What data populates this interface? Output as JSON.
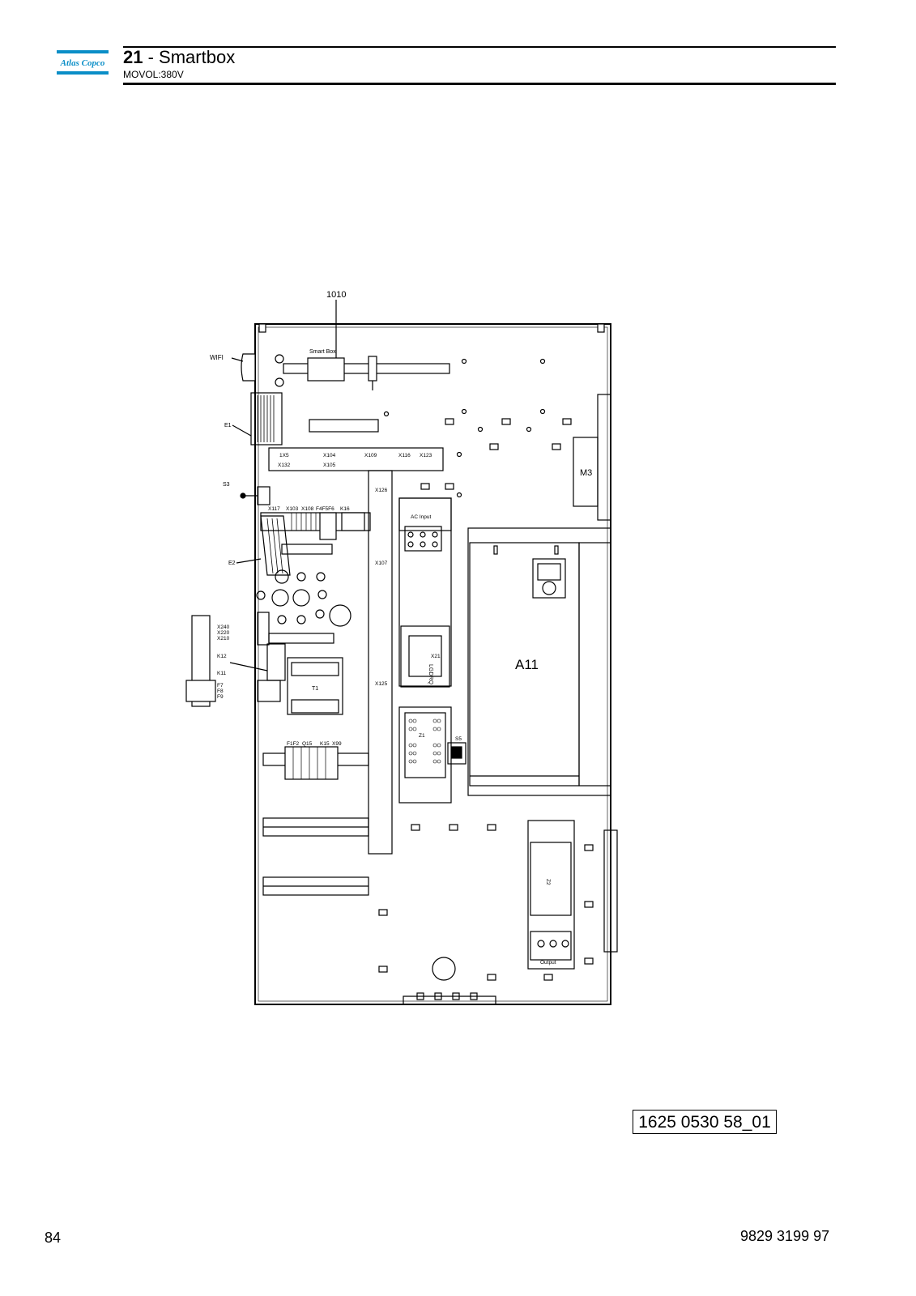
{
  "header": {
    "brand": "Atlas Copco",
    "section_number": "21",
    "section_separator": " - ",
    "section_title": "Smartbox",
    "subtitle": "MOVOL:380V"
  },
  "drawing": {
    "callout": "1010",
    "smart_box_label": "Smart Box",
    "labels": {
      "wifi": "WIFI",
      "e1": "E1",
      "s3": "S3",
      "e2": "E2",
      "x240": "X240",
      "x220": "X220",
      "x210": "X210",
      "k12": "K12",
      "k11": "K11",
      "f7": "F7",
      "f8": "F8",
      "f9": "F9",
      "x15": "1X5",
      "x132": "X132",
      "x104": "X104",
      "x105": "X105",
      "x109": "X109",
      "x116": "X116",
      "x123": "X123",
      "x126": "X126",
      "x117": "X117",
      "x103": "X103",
      "x108": "X108",
      "f4f5f6": "F4F5F6",
      "k16": "K16",
      "ac_input": "AC Input",
      "x107": "X107",
      "m3": "M3",
      "a11": "A11",
      "x21": "X21",
      "lgdrq": "LGDRQ",
      "x125": "X125",
      "t1": "T1",
      "z1": "Z1",
      "s5": "S5",
      "f1f2": "F1F2",
      "q15": "Q15",
      "k15": "K15",
      "x99": "X99",
      "z2": "Z2",
      "output": "Output"
    }
  },
  "part_code": "1625 0530 58_01",
  "footer": {
    "page_number": "84",
    "document_number": "9829 3199 97"
  }
}
